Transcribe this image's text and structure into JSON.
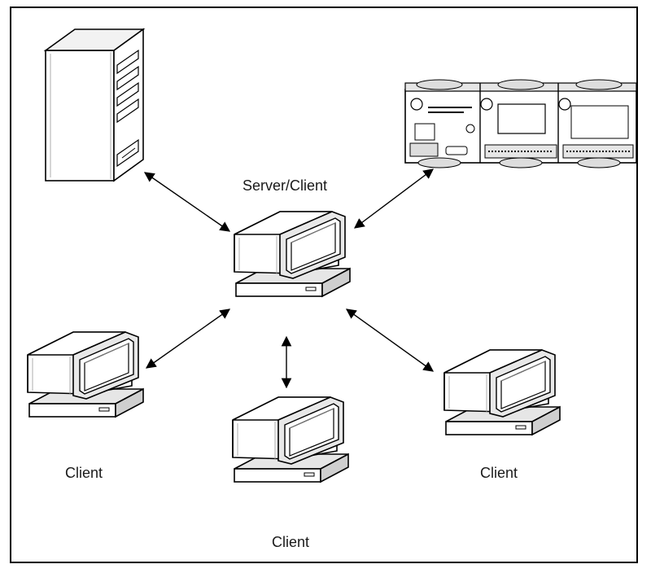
{
  "diagram": {
    "center_node": {
      "label": "Server/Client",
      "icon": "desktop-computer-icon"
    },
    "server": {
      "icon": "tower-server-icon"
    },
    "io_module": {
      "icon": "compact-fieldpoint-io-module-icon"
    },
    "clients": [
      {
        "label": "Client",
        "icon": "desktop-computer-icon"
      },
      {
        "label": "Client",
        "icon": "desktop-computer-icon"
      },
      {
        "label": "Client",
        "icon": "desktop-computer-icon"
      }
    ],
    "connections": [
      "bidirectional-arrow",
      "bidirectional-arrow",
      "bidirectional-arrow",
      "bidirectional-arrow",
      "bidirectional-arrow"
    ],
    "colors": {
      "stroke": "#000000",
      "fill": "#ffffff",
      "shade": "#d9d9d9"
    }
  }
}
